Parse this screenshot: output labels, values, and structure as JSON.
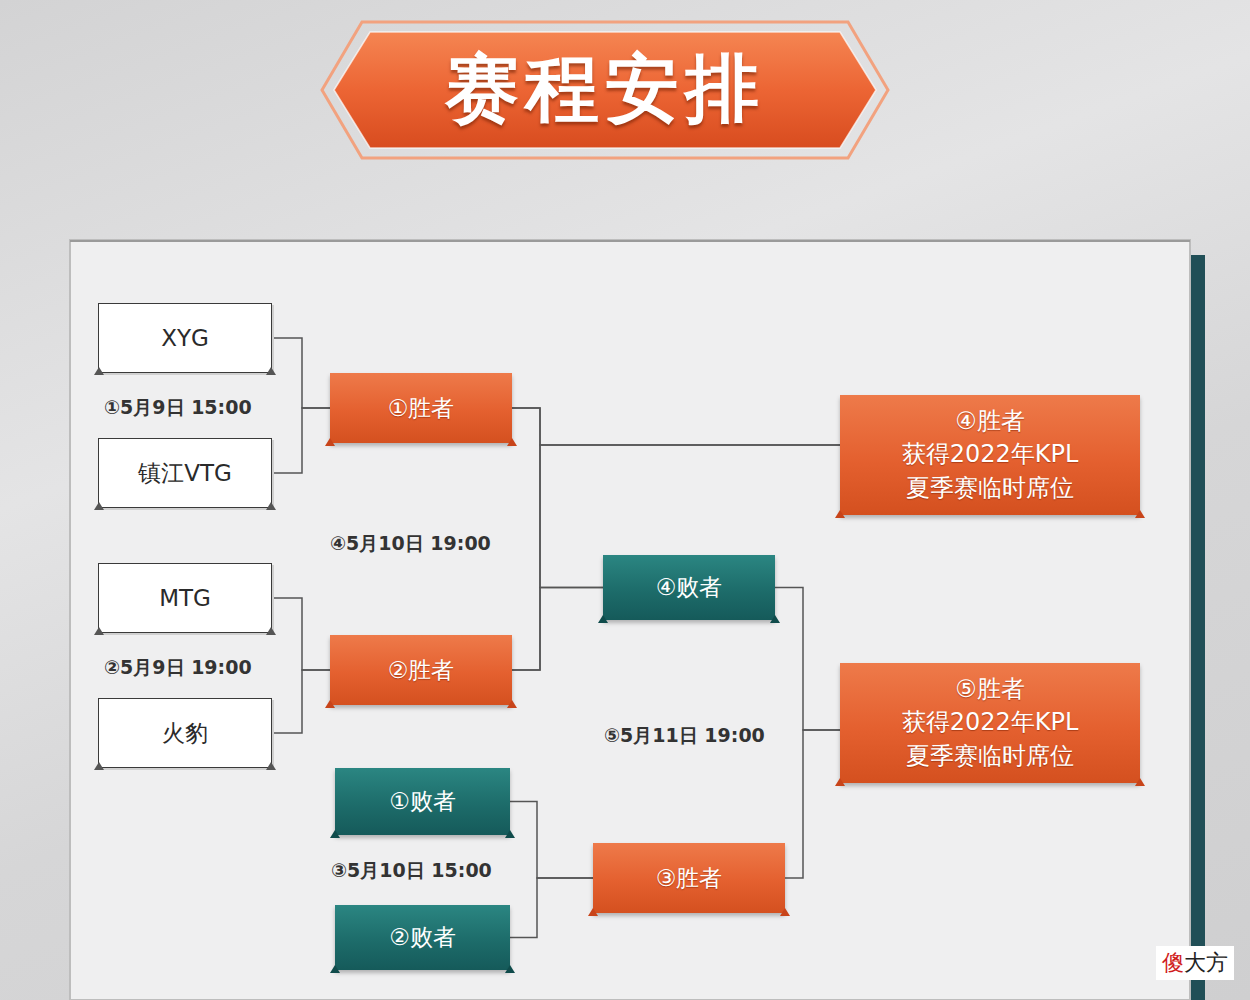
{
  "diagram": {
    "title": "赛程安排",
    "nodes": [
      {
        "text": [
          "XYG"
        ]
      },
      {
        "text": [
          "镇江VTG"
        ]
      },
      {
        "text": [
          "①胜者"
        ]
      },
      {
        "text": [
          "MTG"
        ]
      },
      {
        "text": [
          "火豹"
        ]
      },
      {
        "text": [
          "②胜者"
        ]
      },
      {
        "text": [
          "①败者"
        ]
      },
      {
        "text": [
          "②败者"
        ]
      },
      {
        "text": [
          "③胜者"
        ]
      },
      {
        "text": [
          "④败者"
        ]
      },
      {
        "text": [
          "④胜者",
          "获得2022年KPL 夏季赛临时席位"
        ]
      },
      {
        "text": [
          "⑤胜者",
          "获得2022年KPL 夏季赛临时席位"
        ]
      }
    ],
    "edges": [
      {
        "from": 0,
        "to": 2,
        "arrow": "none"
      },
      {
        "from": 1,
        "to": 2,
        "arrow": "none"
      },
      {
        "from": 3,
        "to": 5,
        "arrow": "none"
      },
      {
        "from": 4,
        "to": 5,
        "arrow": "none"
      },
      {
        "from": 2,
        "to": 10,
        "arrow": "none"
      },
      {
        "from": 5,
        "to": 10,
        "arrow": "none"
      },
      {
        "from": 2,
        "to": 9,
        "arrow": "none"
      },
      {
        "from": 5,
        "to": 9,
        "arrow": "none"
      },
      {
        "from": 6,
        "to": 8,
        "arrow": "none"
      },
      {
        "from": 7,
        "to": 8,
        "arrow": "none"
      },
      {
        "from": 9,
        "to": 11,
        "arrow": "none"
      },
      {
        "from": 8,
        "to": 11,
        "arrow": "none"
      }
    ],
    "labels": [
      "①5月9日 15:00",
      "④5月10日 19:00",
      "②5月9日 19:00",
      "⑤5月11日 19:00",
      "③5月10日 15:00",
      "傻大方"
    ]
  }
}
